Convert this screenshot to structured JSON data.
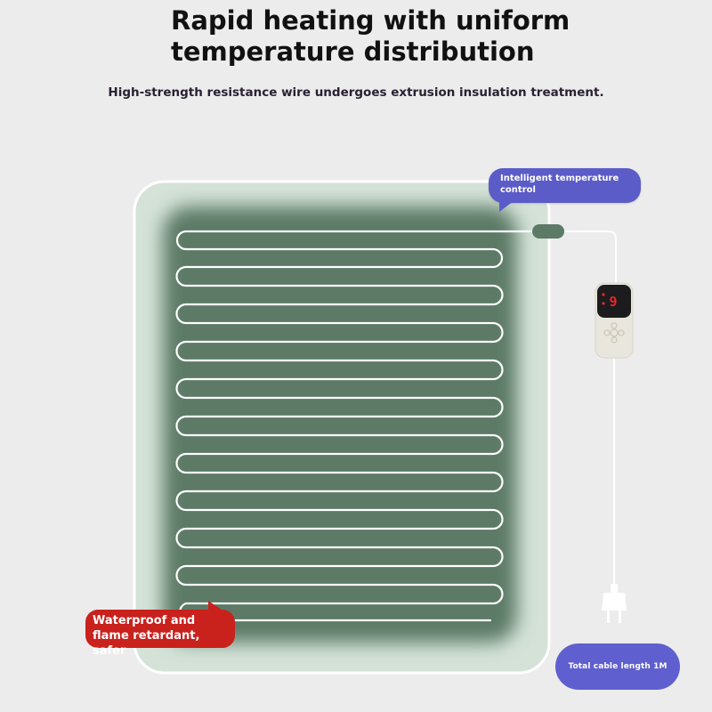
{
  "heading": {
    "title_line1": "Rapid heating with uniform",
    "title_line2": "temperature distribution",
    "subtitle": "High-strength resistance wire undergoes extrusion insulation treatment."
  },
  "callouts": {
    "temperature_control": "Intelligent temperature control",
    "safety": "Waterproof and flame retardant, safer",
    "cable_length": "Total cable length 1M"
  },
  "controller": {
    "display_value": "9"
  },
  "colors": {
    "background": "#ececec",
    "pad_outer": "#d4e2d8",
    "pad_inner": "#5c7a66",
    "wire": "#ffffff",
    "accent_purple": "#5b5cc8",
    "accent_red": "#c9211c",
    "display_red": "#e8262a"
  }
}
